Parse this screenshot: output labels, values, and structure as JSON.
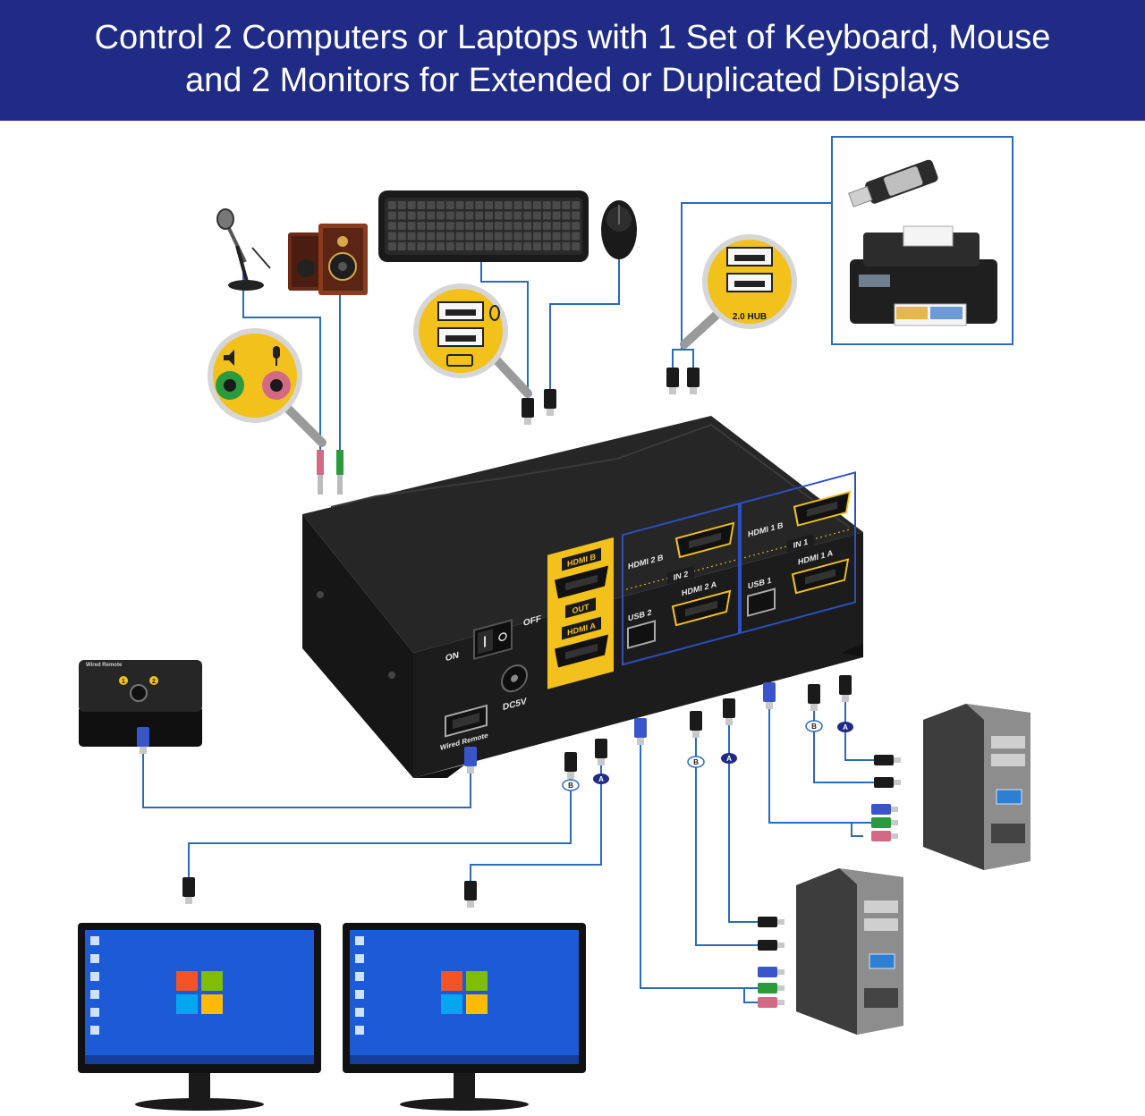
{
  "banner": {
    "line1": "Control 2 Computers or Laptops with 1 Set of Keyboard, Mouse",
    "line2": "and 2 Monitors for Extended or Duplicated Displays"
  },
  "colors": {
    "banner": "#1f2b84",
    "device_body": "#1c1c1c",
    "panel_accent": "#f2c11c",
    "panel_border": "#2c4fc4",
    "cable": "#2b6bb8",
    "connector_blue": "#3a55c8",
    "audio_green": "#2a9a3c",
    "audio_pink": "#d26a86",
    "monitor_screen": "#1c5ad6"
  },
  "device": {
    "switch_on": "ON",
    "switch_off": "OFF",
    "dc": "DC5V",
    "wired_remote_port": "Wired Remote",
    "out_label": "OUT",
    "hdmi_b": "HDMI B",
    "hdmi_a": "HDMI A",
    "hdmi2_b": "HDMI 2 B",
    "hdmi2_a": "HDMI 2 A",
    "in2": "IN 2",
    "usb2": "USB 2",
    "hdmi1_b": "HDMI 1 B",
    "hdmi1_a": "HDMI 1 A",
    "in1": "IN 1",
    "usb1": "USB 1"
  },
  "remote": {
    "title": "Wired Remote",
    "btn1": "1",
    "btn2": "2"
  },
  "hub": {
    "label": "2.0 HUB"
  },
  "cable_tags": {
    "mon_b": "B",
    "mon_a": "A",
    "pc2_b": "B",
    "pc2_a": "A",
    "pc1_b": "B",
    "pc1_a": "A"
  }
}
